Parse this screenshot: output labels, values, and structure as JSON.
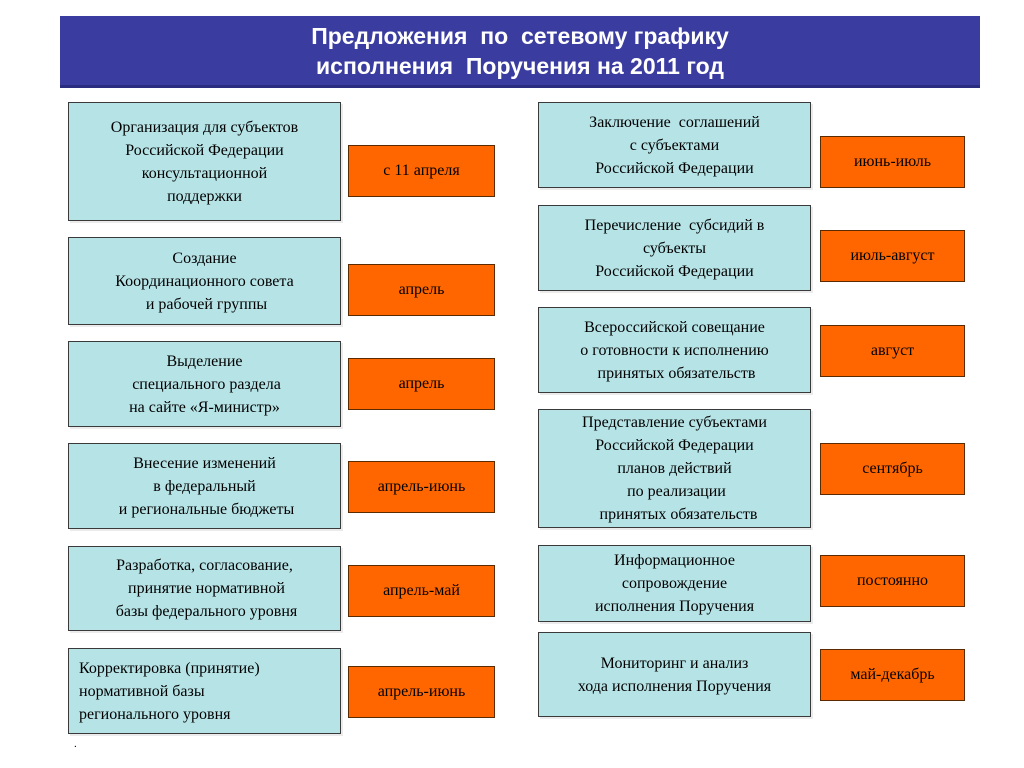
{
  "title": {
    "line1": "Предложения  по  сетевому графику",
    "line2": "исполнения  Поручения на 2011 год"
  },
  "left_items": [
    {
      "lines": [
        "Организация для субъектов",
        "Российской Федерации",
        "консультационной",
        "поддержки"
      ],
      "deadline": "с 11 апреля"
    },
    {
      "lines": [
        "Создание",
        "Координационного совета",
        " и рабочей группы"
      ],
      "deadline": "апрель"
    },
    {
      "lines": [
        "Выделение",
        " специального раздела",
        "на сайте «Я-министр»"
      ],
      "deadline": "апрель"
    },
    {
      "lines": [
        "Внесение изменений",
        "в федеральный",
        " и региональные бюджеты"
      ],
      "deadline": "апрель-июнь"
    },
    {
      "lines": [
        "Разработка, согласование,",
        " принятие нормативной",
        " базы федерального уровня"
      ],
      "deadline": "апрель-май"
    },
    {
      "lines": [
        "Корректировка (принятие)",
        "нормативной базы",
        "регионального уровня"
      ],
      "deadline": "апрель-июнь"
    }
  ],
  "right_items": [
    {
      "lines": [
        "Заключение  соглашений",
        "с субъектами",
        "Российской Федерации"
      ],
      "deadline": "июнь-июль"
    },
    {
      "lines": [
        "Перечисление  субсидий в",
        "субъекты",
        "Российской Федерации"
      ],
      "deadline": "июль-август"
    },
    {
      "lines": [
        "Всероссийской совещание",
        "о готовности к исполнению",
        " принятых обязательств"
      ],
      "deadline": "август"
    },
    {
      "lines": [
        "Представление субъектами",
        "Российской Федерации",
        "планов действий",
        " по реализации",
        "  принятых обязательств"
      ],
      "deadline": "сентябрь"
    },
    {
      "lines": [
        "Информационное",
        "сопровождение",
        "исполнения Поручения"
      ],
      "deadline": "постоянно"
    },
    {
      "lines": [
        "Мониторинг и анализ",
        "хода исполнения Поручения"
      ],
      "deadline": "май-декабрь"
    }
  ],
  "footnote": "."
}
